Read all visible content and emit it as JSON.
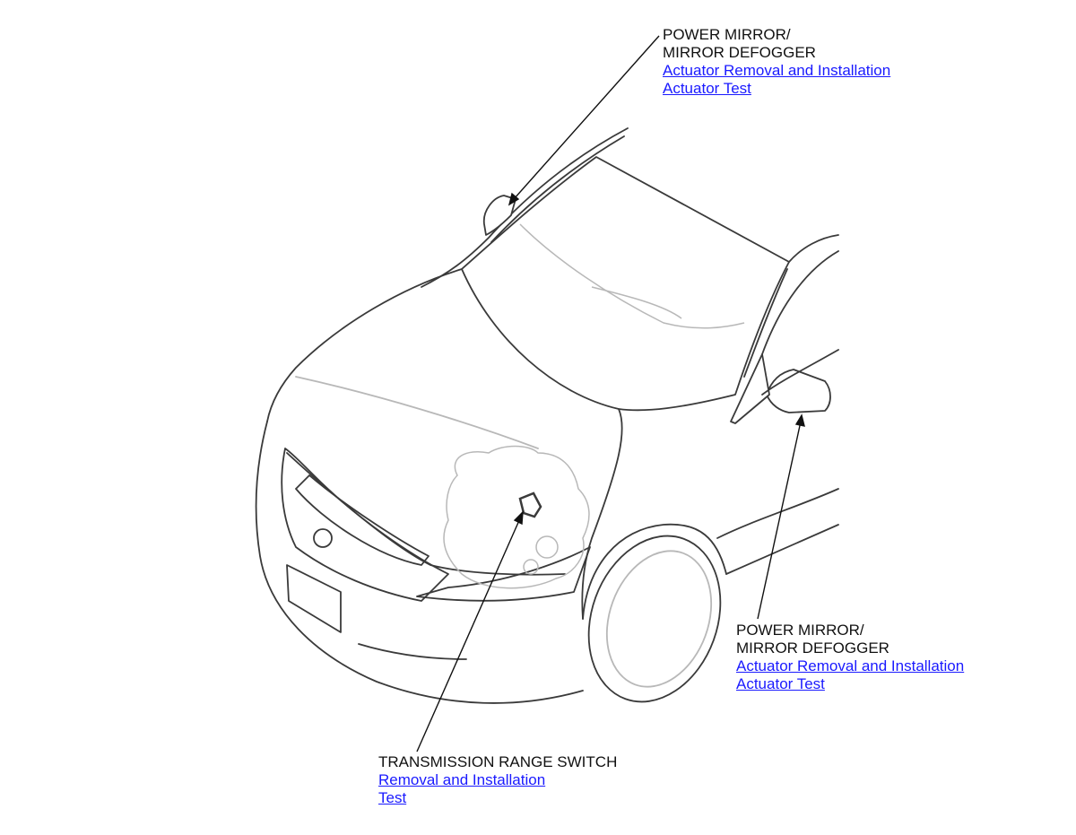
{
  "colors": {
    "link": "#1a1aff",
    "text": "#111111",
    "car_line": "#3a3a3a",
    "car_faint": "#b8b8b8"
  },
  "callouts": {
    "mirror_left": {
      "title_1": "POWER MIRROR/",
      "title_2": "MIRROR DEFOGGER",
      "link_1": "Actuator Removal and Installation",
      "link_2": "Actuator Test"
    },
    "mirror_right": {
      "title_1": "POWER MIRROR/",
      "title_2": "MIRROR DEFOGGER",
      "link_1": "Actuator Removal and Installation",
      "link_2": "Actuator Test"
    },
    "trs": {
      "title": "TRANSMISSION RANGE SWITCH",
      "link_1": "Removal and Installation",
      "link_2": "Test"
    }
  }
}
